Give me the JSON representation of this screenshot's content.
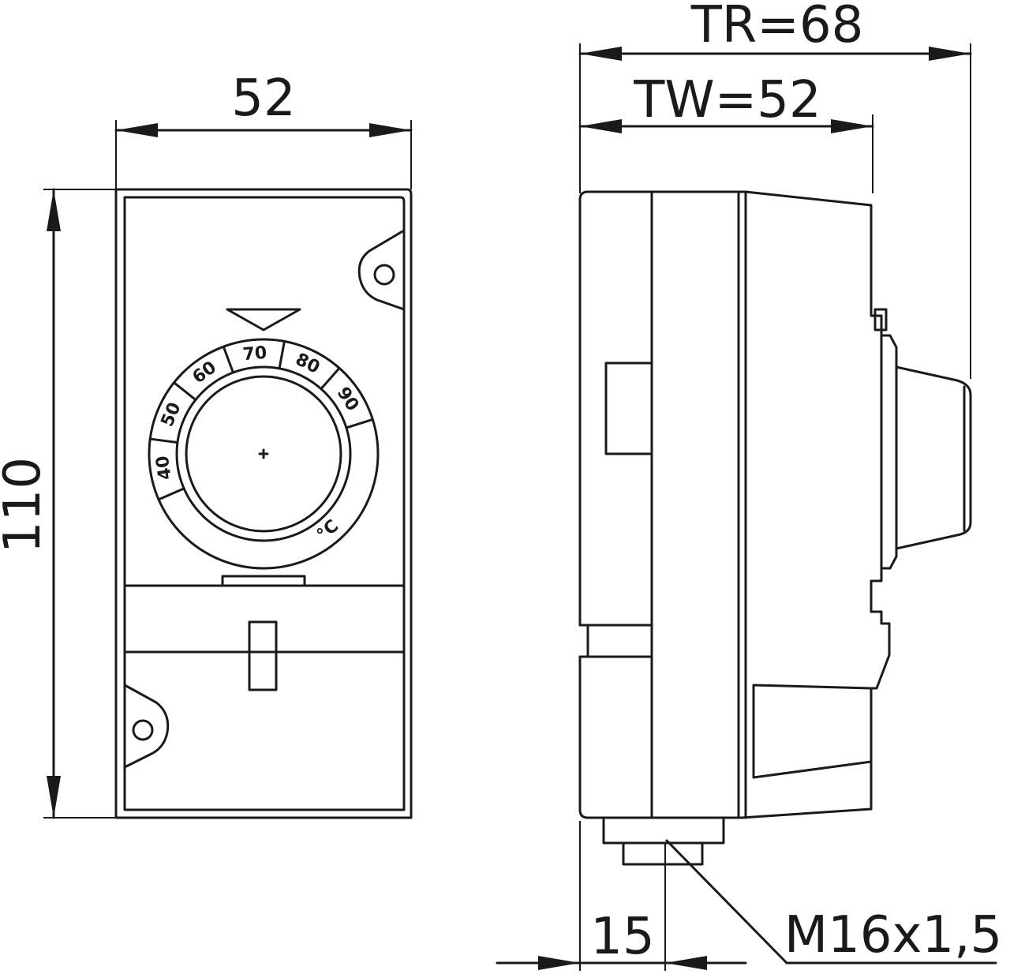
{
  "front_view": {
    "width_label": "52",
    "height_label": "110",
    "dial_scale": [
      "40",
      "50",
      "60",
      "70",
      "80",
      "90"
    ],
    "dial_unit": "°C"
  },
  "side_view": {
    "tr_label": "TR=68",
    "tw_label": "TW=52",
    "offset_label": "15",
    "thread_label": "M16x1,5"
  }
}
